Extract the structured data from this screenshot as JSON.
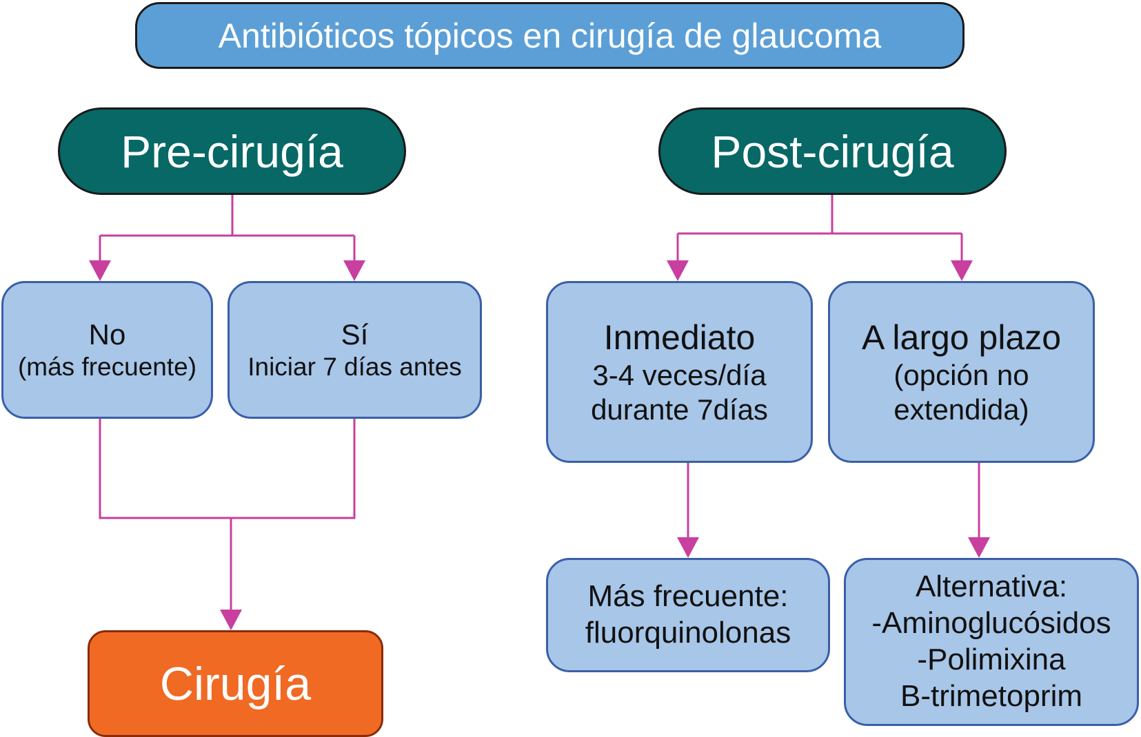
{
  "colors": {
    "title_fill": "#5b9fd6",
    "pill_fill": "#076866",
    "node_fill": "#a7c6e8",
    "node_border": "#3a5fa8",
    "surgery_fill": "#f06a24",
    "arrow": "#c83f9f"
  },
  "title": "Antibióticos tópicos en cirugía de glaucoma",
  "pre": {
    "header": "Pre-cirugía",
    "no": {
      "line1": "No",
      "line2": "(más frecuente)"
    },
    "si": {
      "line1": "Sí",
      "line2": "Iniciar 7 días antes"
    },
    "surgery": "Cirugía"
  },
  "post": {
    "header": "Post-cirugía",
    "inmediato": {
      "line1": "Inmediato",
      "line2": "3-4 veces/día",
      "line3": "durante 7días"
    },
    "largo": {
      "line1": "A largo plazo",
      "line2": "(opción no",
      "line3": "extendida)"
    },
    "fluor": {
      "line1": "Más frecuente:",
      "line2": "fluorquinolonas"
    },
    "alternativa": {
      "line1": "Alternativa:",
      "line2": "-Aminoglucósidos",
      "line3": "-Polimixina",
      "line4": "B-trimetoprim"
    }
  }
}
